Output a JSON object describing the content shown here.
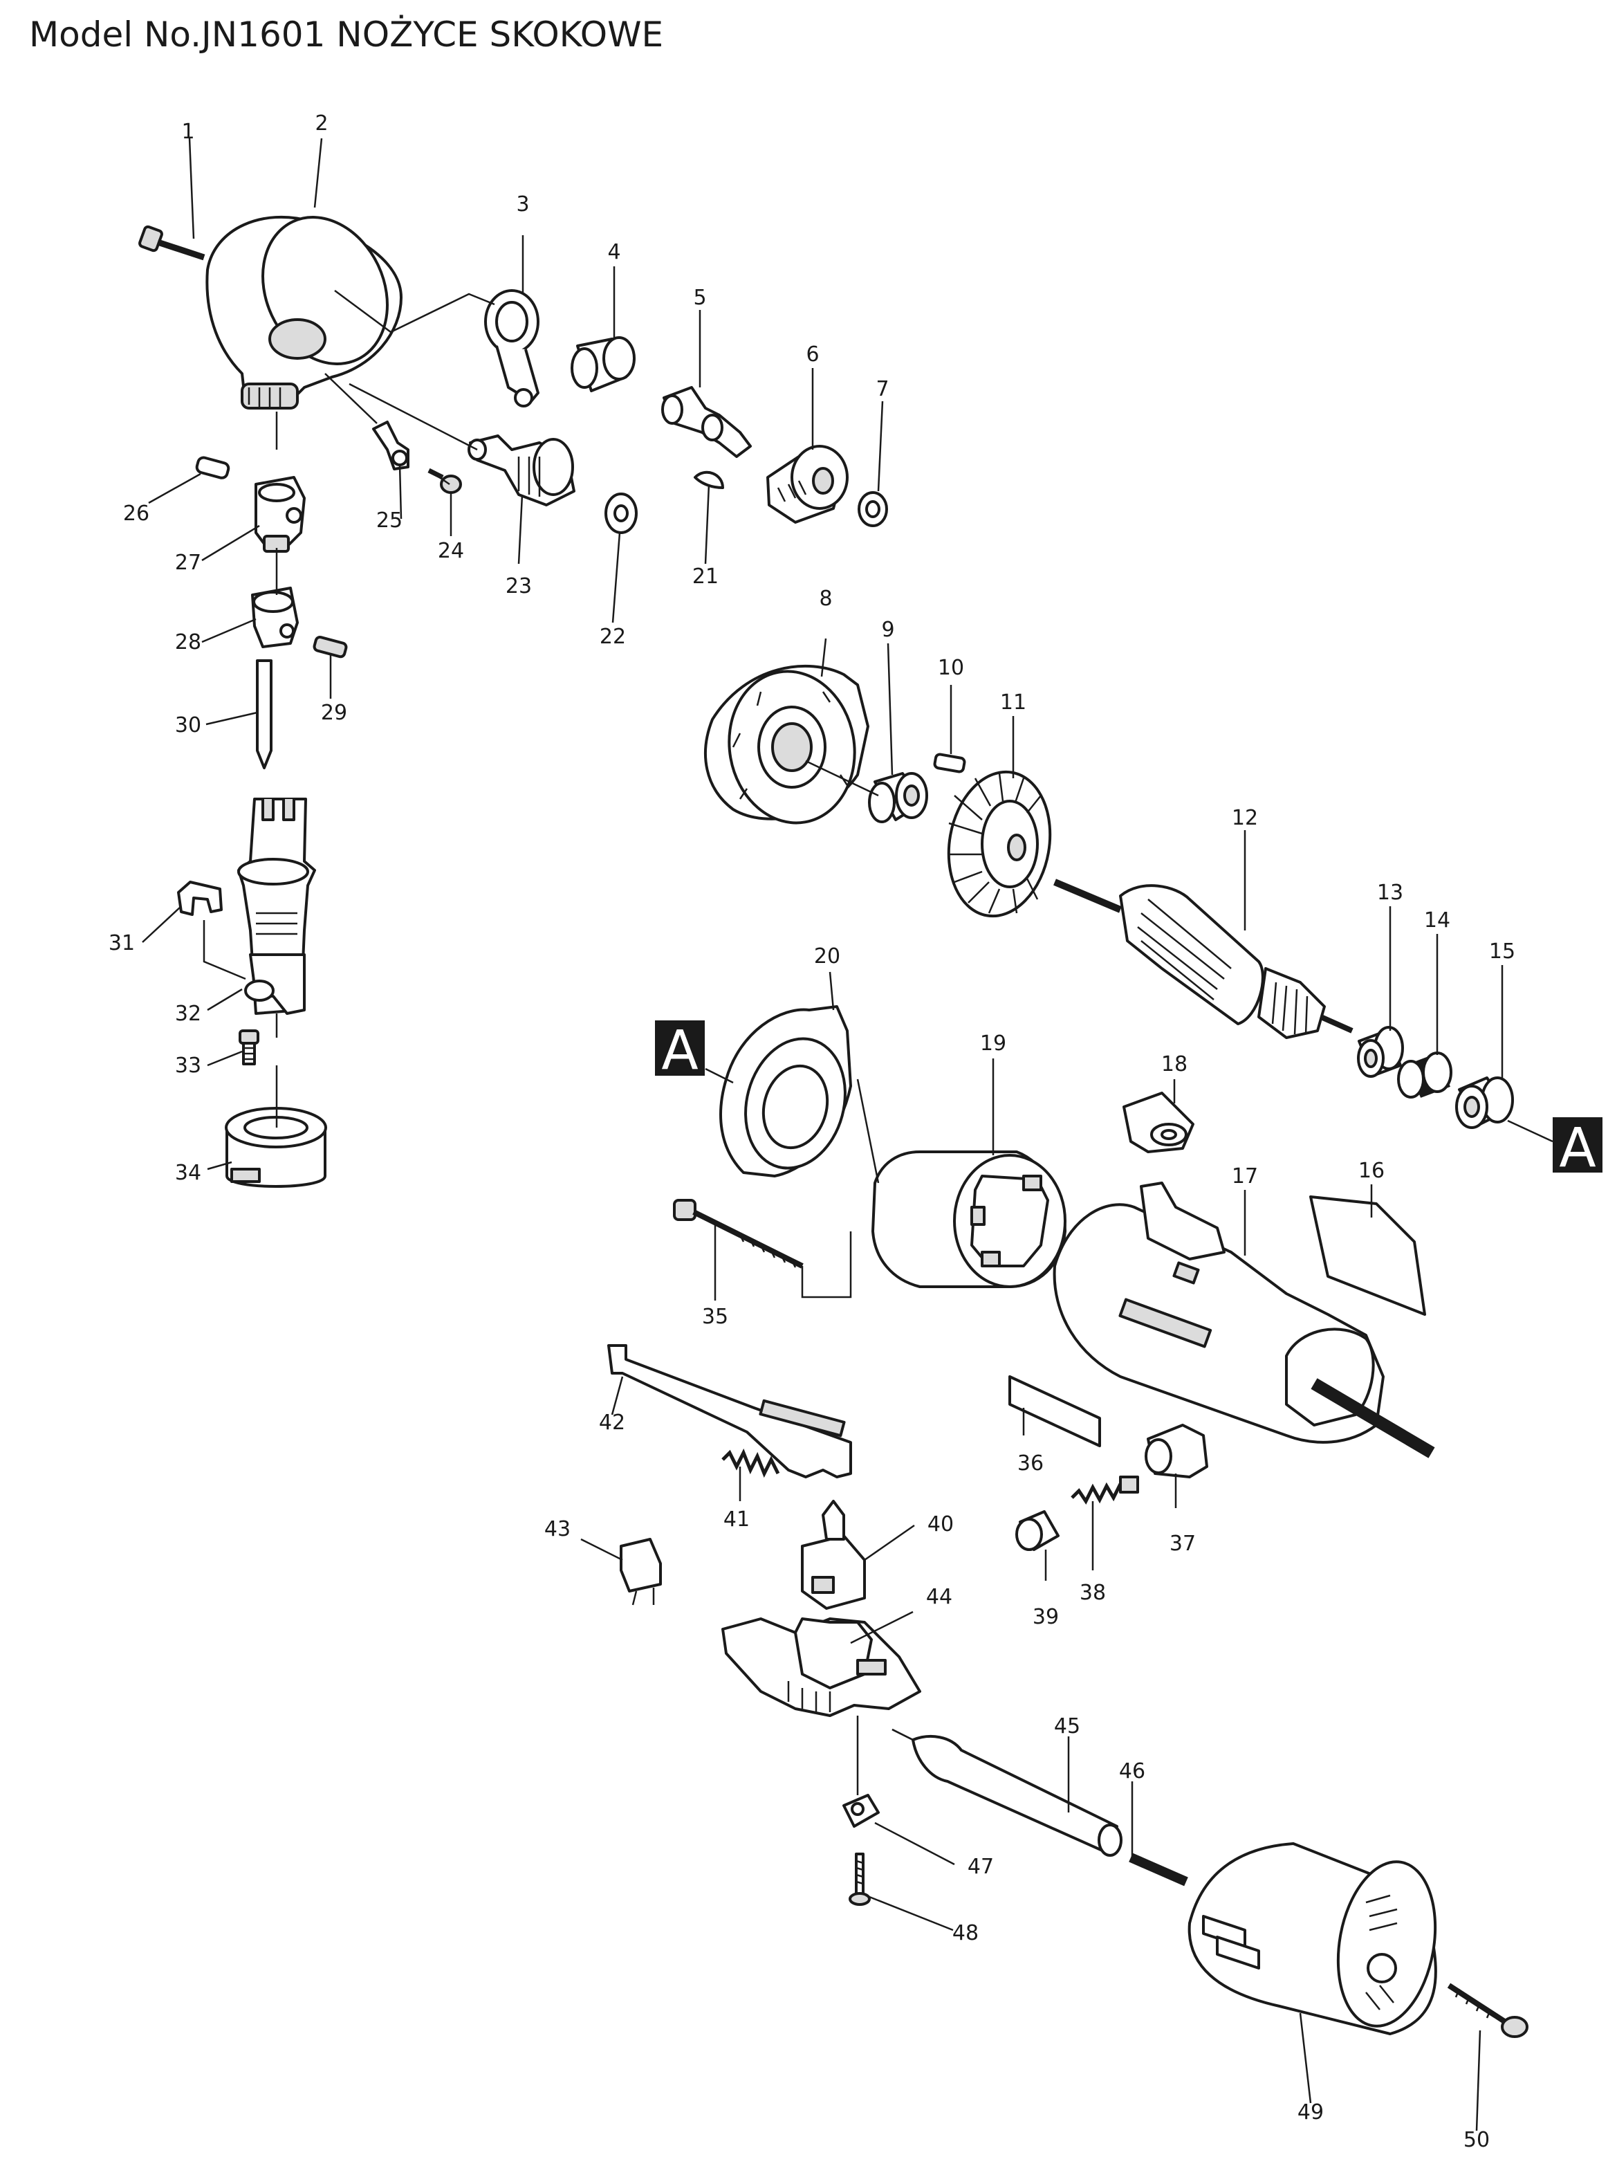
{
  "title": "Model No.JN1601 NOŻYCE SKOKOWE",
  "reference_marks": [
    "A",
    "A"
  ],
  "part_labels": [
    "1",
    "2",
    "3",
    "4",
    "5",
    "6",
    "7",
    "8",
    "9",
    "10",
    "11",
    "12",
    "13",
    "14",
    "15",
    "16",
    "17",
    "18",
    "19",
    "20",
    "21",
    "22",
    "23",
    "24",
    "25",
    "26",
    "27",
    "28",
    "29",
    "30",
    "31",
    "32",
    "33",
    "34",
    "35",
    "36",
    "37",
    "38",
    "39",
    "40",
    "41",
    "42",
    "43",
    "44",
    "45",
    "46",
    "47",
    "48",
    "49",
    "50"
  ]
}
